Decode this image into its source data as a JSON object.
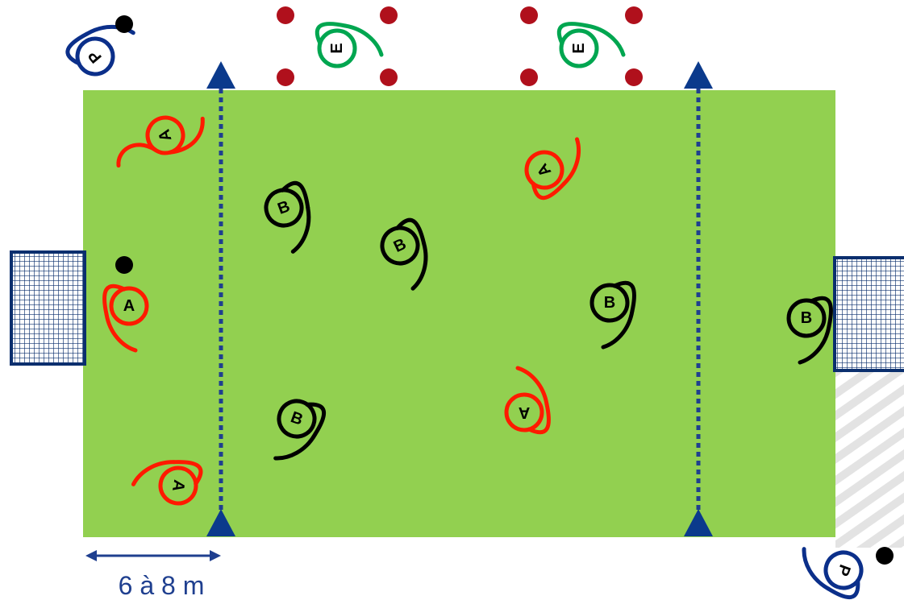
{
  "distance_label": "6 à 8 m",
  "colors": {
    "field": "#92d050",
    "zone_line": "#1f3f8f",
    "cone_marker": "#0b3a8c",
    "team_a": "#ff1a00",
    "team_b": "#000000",
    "player_e": "#00a650",
    "player_p": "#0b2f8a",
    "disc": "#b0101c",
    "goal_frame": "#0b2f6e",
    "ball": "#000000"
  },
  "players": [
    {
      "role": "attacker",
      "letter": "A",
      "team": "team_a",
      "has_ball": false
    },
    {
      "role": "attacker",
      "letter": "A",
      "team": "team_a",
      "has_ball": true
    },
    {
      "role": "attacker",
      "letter": "A",
      "team": "team_a",
      "has_ball": false
    },
    {
      "role": "attacker",
      "letter": "A",
      "team": "team_a",
      "has_ball": false
    },
    {
      "role": "attacker",
      "letter": "A",
      "team": "team_a",
      "has_ball": false
    },
    {
      "role": "defender",
      "letter": "B",
      "team": "team_b",
      "has_ball": false
    },
    {
      "role": "defender",
      "letter": "B",
      "team": "team_b",
      "has_ball": false
    },
    {
      "role": "defender",
      "letter": "B",
      "team": "team_b",
      "has_ball": false
    },
    {
      "role": "defender",
      "letter": "B",
      "team": "team_b",
      "has_ball": false
    },
    {
      "role": "goalkeeper",
      "letter": "B",
      "team": "team_b",
      "has_ball": false
    },
    {
      "role": "waiting-player",
      "letter": "E",
      "team": "player_e",
      "has_ball": false
    },
    {
      "role": "waiting-player",
      "letter": "E",
      "team": "player_e",
      "has_ball": false
    },
    {
      "role": "passer",
      "letter": "P",
      "team": "player_p",
      "has_ball": true
    },
    {
      "role": "passer",
      "letter": "P",
      "team": "player_p",
      "has_ball": true
    }
  ]
}
